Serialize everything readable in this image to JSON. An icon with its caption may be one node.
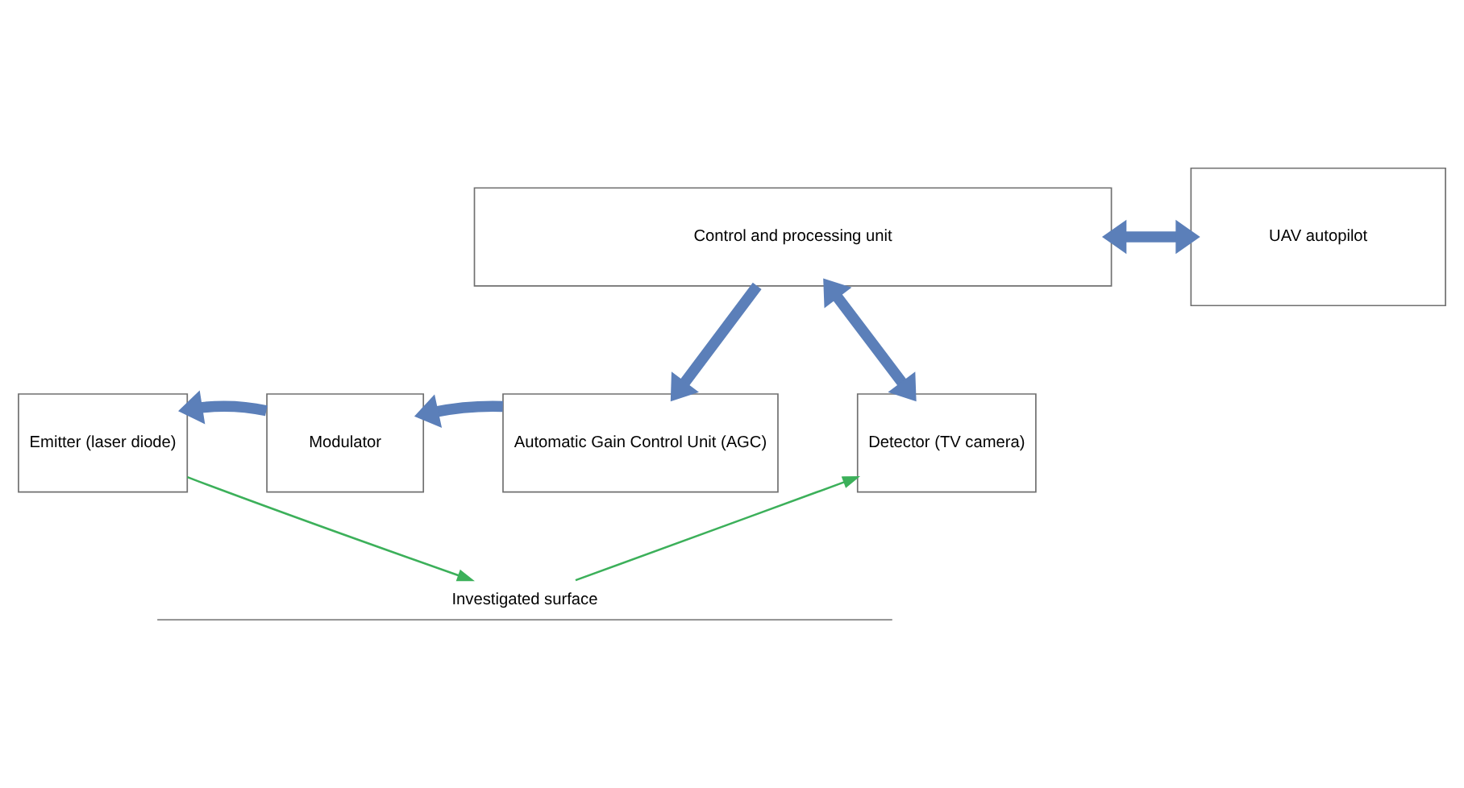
{
  "diagram": {
    "nodes": [
      {
        "text": [
          "Control and processing unit"
        ]
      },
      {
        "text": [
          "Emitter (laser diode)"
        ]
      },
      {
        "text": [
          "Modulator"
        ]
      },
      {
        "text": [
          "Automatic Gain Control Unit (AGC)"
        ]
      },
      {
        "text": [
          "Detector (TV camera)"
        ]
      },
      {
        "text": [
          "UAV autopilot"
        ]
      },
      {
        "text": [
          "Investigated surface"
        ]
      }
    ],
    "edges": [
      {
        "from": 2,
        "to": 1,
        "arrow": "to"
      },
      {
        "from": 3,
        "to": 2,
        "arrow": "to"
      },
      {
        "from": 0,
        "to": 3,
        "arrow": "to"
      },
      {
        "from": 0,
        "to": 4,
        "arrow": "both"
      },
      {
        "from": 0,
        "to": 5,
        "arrow": "both"
      },
      {
        "from": 1,
        "to": 6,
        "arrow": "to",
        "color": "#3cb05a"
      },
      {
        "from": 6,
        "to": 4,
        "arrow": "to",
        "color": "#3cb05a"
      }
    ]
  }
}
